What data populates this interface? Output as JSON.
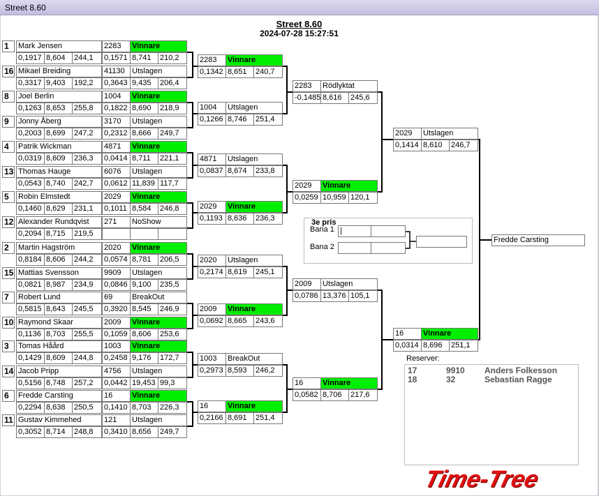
{
  "window": {
    "title": "Street 8.60"
  },
  "header": {
    "title": "Street 8.60",
    "datetime": "2024-07-28 15:27:51"
  },
  "round1": [
    {
      "seed": "1",
      "name": "Mark Jensen",
      "rt": "0,1917",
      "et": "8,604",
      "mph": "244,1"
    },
    {
      "seed": "16",
      "name": "Mikael  Breiding",
      "rt": "0,3317",
      "et": "9,403",
      "mph": "192,2"
    },
    {
      "seed": "8",
      "name": "Joel Berlin",
      "rt": "0,1263",
      "et": "8,653",
      "mph": "255,8"
    },
    {
      "seed": "9",
      "name": "Jonny Åberg",
      "rt": "0,2003",
      "et": "8,699",
      "mph": "247,2"
    },
    {
      "seed": "4",
      "name": "Patrik Wickman",
      "rt": "0,0319",
      "et": "8,609",
      "mph": "236,3"
    },
    {
      "seed": "13",
      "name": "Thomas Hauge",
      "rt": "0,0543",
      "et": "8,740",
      "mph": "242,7"
    },
    {
      "seed": "5",
      "name": "Robin Elmstedt",
      "rt": "0,1460",
      "et": "8,629",
      "mph": "231,1"
    },
    {
      "seed": "12",
      "name": "Alexander Rundqvist",
      "rt": "0,2094",
      "et": "8,715",
      "mph": "219,5"
    },
    {
      "seed": "2",
      "name": "Martin Hagström",
      "rt": "0,8184",
      "et": "8,606",
      "mph": "244,2"
    },
    {
      "seed": "15",
      "name": "Mattias Svensson",
      "rt": "0,0821",
      "et": "8,987",
      "mph": "234,9"
    },
    {
      "seed": "7",
      "name": "Robert Lund",
      "rt": "0,5815",
      "et": "8,643",
      "mph": "245,5"
    },
    {
      "seed": "10",
      "name": "Raymond Skaar",
      "rt": "0,1136",
      "et": "8,703",
      "mph": "255,5"
    },
    {
      "seed": "3",
      "name": "Tomas  Håård",
      "rt": "0,1429",
      "et": "8,609",
      "mph": "244,8"
    },
    {
      "seed": "14",
      "name": "Jacob Pripp",
      "rt": "0,5156",
      "et": "8,748",
      "mph": "257,2"
    },
    {
      "seed": "6",
      "name": "Fredde Carsting",
      "rt": "0,2294",
      "et": "8,638",
      "mph": "250,5"
    },
    {
      "seed": "11",
      "name": "Gustav Kimmehed",
      "rt": "0,3052",
      "et": "8,714",
      "mph": "248,8"
    }
  ],
  "round2": [
    {
      "id": "2283",
      "status": "Vinnare",
      "rt": "0,1571",
      "et": "8,741",
      "mph": "210,2",
      "win": true
    },
    {
      "id": "41130",
      "status": "Utslagen",
      "rt": "0,3643",
      "et": "9,435",
      "mph": "206,4",
      "win": false
    },
    {
      "id": "1004",
      "status": "Vinnare",
      "rt": "0,1822",
      "et": "8,690",
      "mph": "218,9",
      "win": true
    },
    {
      "id": "3170",
      "status": "Utslagen",
      "rt": "0,2312",
      "et": "8,666",
      "mph": "249,7",
      "win": false
    },
    {
      "id": "4871",
      "status": "Vinnare",
      "rt": "0,0414",
      "et": "8,711",
      "mph": "221,1",
      "win": true
    },
    {
      "id": "6076",
      "status": "Utslagen",
      "rt": "0,0612",
      "et": "11,839",
      "mph": "117,7",
      "win": false
    },
    {
      "id": "2029",
      "status": "Vinnare",
      "rt": "0,1011",
      "et": "8,584",
      "mph": "246,8",
      "win": true
    },
    {
      "id": "271",
      "status": "NoShow",
      "rt": "",
      "et": "",
      "mph": "",
      "win": false
    },
    {
      "id": "2020",
      "status": "Vinnare",
      "rt": "0,0574",
      "et": "8,781",
      "mph": "206,5",
      "win": true
    },
    {
      "id": "9909",
      "status": "Utslagen",
      "rt": "0,0846",
      "et": "9,100",
      "mph": "235,5",
      "win": false
    },
    {
      "id": "69",
      "status": "BreakOut",
      "rt": "0,3920",
      "et": "8,545",
      "mph": "246,9",
      "win": false
    },
    {
      "id": "2009",
      "status": "Vinnare",
      "rt": "0,1059",
      "et": "8,606",
      "mph": "253,6",
      "win": true
    },
    {
      "id": "1003",
      "status": "Vinnare",
      "rt": "0,2458",
      "et": "9,176",
      "mph": "172,7",
      "win": true
    },
    {
      "id": "4756",
      "status": "Utslagen",
      "rt": "0,0442",
      "et": "19,453",
      "mph": "99,3",
      "win": false
    },
    {
      "id": "16",
      "status": "Vinnare",
      "rt": "0,1410",
      "et": "8,703",
      "mph": "226,3",
      "win": true
    },
    {
      "id": "121",
      "status": "Utslagen",
      "rt": "0,3410",
      "et": "8,656",
      "mph": "249,7",
      "win": false
    }
  ],
  "round3": [
    {
      "id": "2283",
      "status": "Vinnare",
      "rt": "0,1342",
      "et": "8,651",
      "mph": "240,7",
      "win": true
    },
    {
      "id": "1004",
      "status": "Utslagen",
      "rt": "0,1266",
      "et": "8,746",
      "mph": "251,4",
      "win": false
    },
    {
      "id": "4871",
      "status": "Utslagen",
      "rt": "0,0837",
      "et": "8,674",
      "mph": "233,8",
      "win": false
    },
    {
      "id": "2029",
      "status": "Vinnare",
      "rt": "0,1193",
      "et": "8,636",
      "mph": "236,3",
      "win": true
    },
    {
      "id": "2020",
      "status": "Utslagen",
      "rt": "0,2174",
      "et": "8,619",
      "mph": "245,1",
      "win": false
    },
    {
      "id": "2009",
      "status": "Vinnare",
      "rt": "0,0692",
      "et": "8,665",
      "mph": "243,6",
      "win": true
    },
    {
      "id": "1003",
      "status": "BreakOut",
      "rt": "0,2973",
      "et": "8,593",
      "mph": "246,2",
      "win": false
    },
    {
      "id": "16",
      "status": "Vinnare",
      "rt": "0,2166",
      "et": "8,691",
      "mph": "251,4",
      "win": true
    }
  ],
  "round4": [
    {
      "id": "2283",
      "status": "Rödlyktat",
      "rt": "-0,1485",
      "et": "8,616",
      "mph": "245,6",
      "win": false
    },
    {
      "id": "2029",
      "status": "Vinnare",
      "rt": "0,0259",
      "et": "10,959",
      "mph": "120,1",
      "win": true
    },
    {
      "id": "2009",
      "status": "Utslagen",
      "rt": "0,0786",
      "et": "13,376",
      "mph": "105,1",
      "win": false
    },
    {
      "id": "16",
      "status": "Vinnare",
      "rt": "0,0582",
      "et": "8,706",
      "mph": "217,6",
      "win": true
    }
  ],
  "round5": [
    {
      "id": "2029",
      "status": "Utslagen",
      "rt": "0,1414",
      "et": "8,610",
      "mph": "246,7",
      "win": false
    },
    {
      "id": "16",
      "status": "Vinnare",
      "rt": "0,0314",
      "et": "8,696",
      "mph": "251,1",
      "win": true
    }
  ],
  "winner": "Fredde Carsting",
  "third": {
    "title": "3e pris",
    "lane1": "Bana 1",
    "lane2": "Bana 2"
  },
  "reserves": {
    "title": "Reserver:",
    "items": [
      {
        "seed": "17",
        "id": "9910",
        "name": "Anders Folkesson"
      },
      {
        "seed": "18",
        "id": "32",
        "name": "Sebastian Ragge"
      }
    ]
  },
  "logo": {
    "text": "Time-Tree",
    "color": "#e01010"
  }
}
